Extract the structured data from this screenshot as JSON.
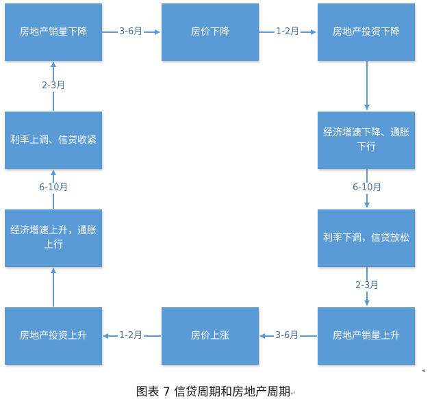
{
  "diagram": {
    "nodes": {
      "sales_down": "房地产销量下降",
      "price_down": "房价下降",
      "invest_down": "房地产投资下降",
      "econ_down": "经济增速下降、通胀下行",
      "rate_down": "利率下调，信贷放松",
      "sales_up": "房地产销量上升",
      "price_up": "房价上涨",
      "invest_up": "房地产投资上升",
      "econ_up": "经济增速上升，通胀上行",
      "rate_up": "利率上调、信贷收紧"
    },
    "edges": [
      {
        "from": "sales_down",
        "to": "price_down",
        "label": "3-6月"
      },
      {
        "from": "price_down",
        "to": "invest_down",
        "label": "1-2月"
      },
      {
        "from": "invest_down",
        "to": "econ_down",
        "label": ""
      },
      {
        "from": "econ_down",
        "to": "rate_down",
        "label": "6-10月"
      },
      {
        "from": "rate_down",
        "to": "sales_up",
        "label": "2-3月"
      },
      {
        "from": "sales_up",
        "to": "price_up",
        "label": "3-6月"
      },
      {
        "from": "price_up",
        "to": "invest_up",
        "label": "1-2月"
      },
      {
        "from": "invest_up",
        "to": "econ_up",
        "label": ""
      },
      {
        "from": "econ_up",
        "to": "rate_up",
        "label": "6-10月"
      },
      {
        "from": "rate_up",
        "to": "sales_down",
        "label": "2-3月"
      }
    ],
    "colors": {
      "node_fill": "#5b9bd5",
      "node_text": "#ffffff",
      "connector": "#5b9bd5"
    }
  },
  "caption": "图表 7 信贷周期和房地产周期",
  "caption_mark": "↵"
}
